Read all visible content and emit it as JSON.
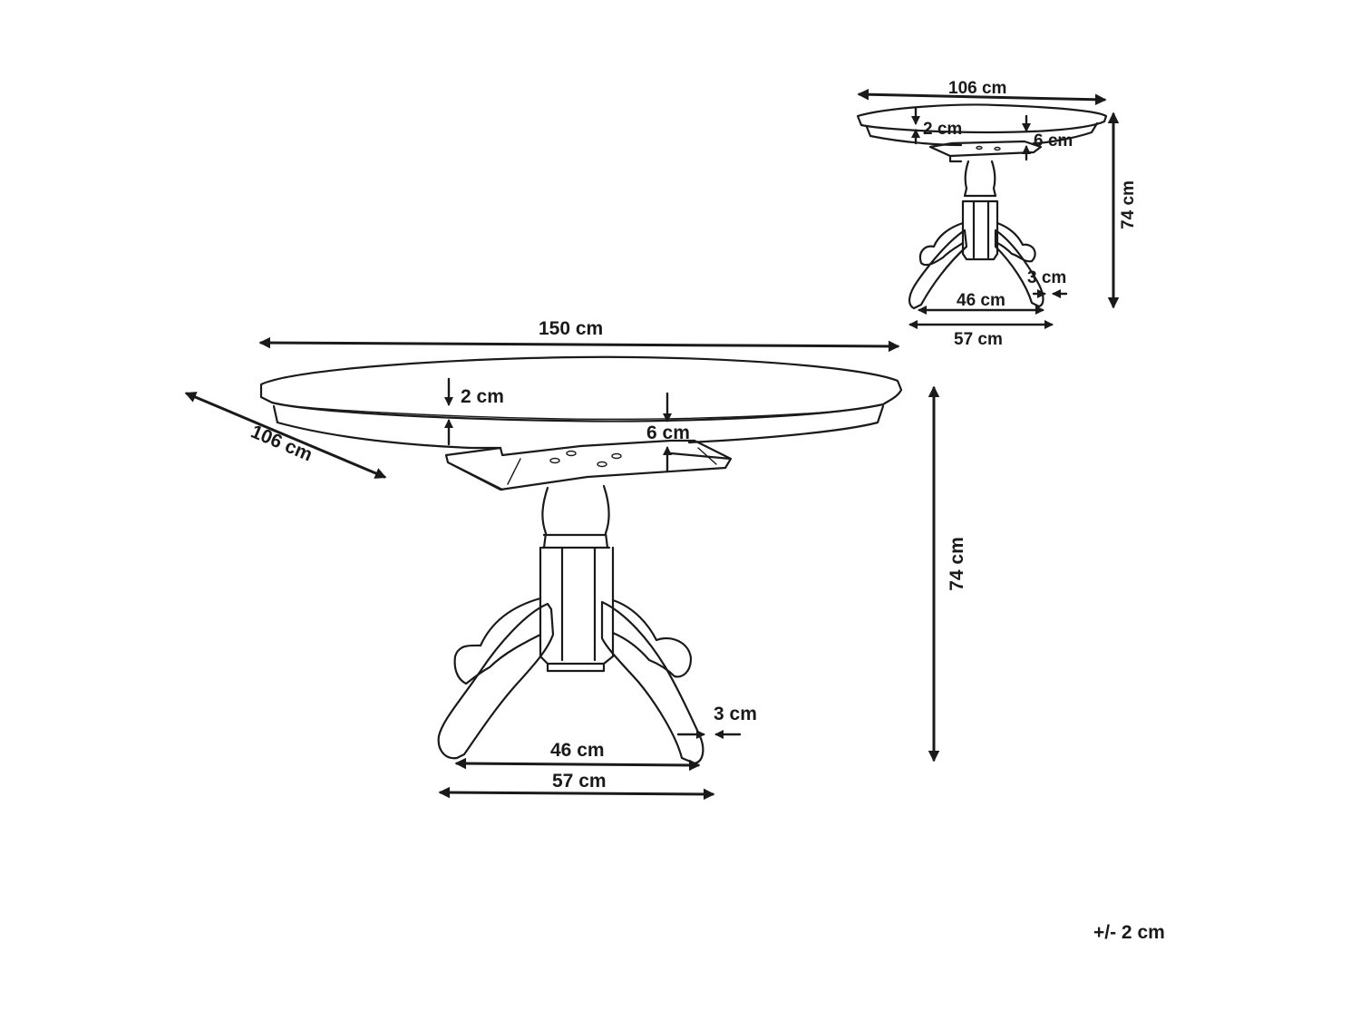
{
  "large_view": {
    "length": "150 cm",
    "width": "106 cm",
    "top_thickness": "2 cm",
    "apron_height": "6 cm",
    "height": "74 cm",
    "foot_width": "3 cm",
    "inner_base": "46 cm",
    "outer_base": "57 cm"
  },
  "small_view": {
    "width": "106 cm",
    "top_thickness": "2 cm",
    "apron_height": "6 cm",
    "height": "74 cm",
    "foot_width": "3 cm",
    "inner_base": "46 cm",
    "outer_base": "57 cm"
  },
  "tolerance": "+/- 2 cm",
  "colors": {
    "line": "#1a1a1a",
    "background": "#ffffff"
  }
}
